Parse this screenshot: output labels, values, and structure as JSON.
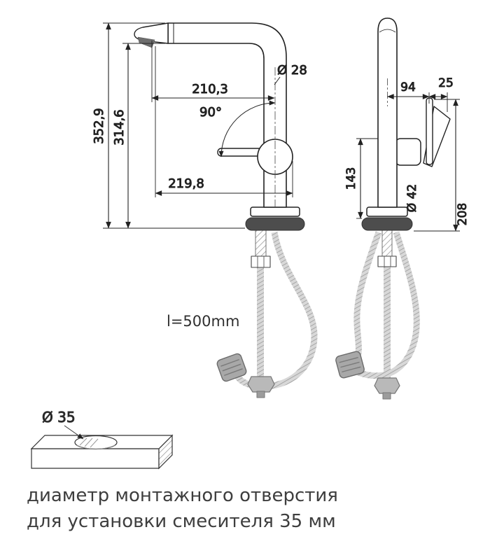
{
  "drawing": {
    "left_view": {
      "dia_spout_pipe": "Ø 28",
      "reach_top": "210,3",
      "angle": "90°",
      "height_total": "352,9",
      "height_spout": "314,6",
      "reach_lever": "219,8"
    },
    "right_view": {
      "depth": "94",
      "lever_width": "25",
      "body_height": "143",
      "dia_base": "Ø 42",
      "height_lever": "208"
    },
    "hose_length": "l=500mm",
    "hole_dia": "Ø 35"
  },
  "caption": {
    "line1": "диаметр монтажного отверстия",
    "line2": "для установки смесителя 35 мм"
  }
}
